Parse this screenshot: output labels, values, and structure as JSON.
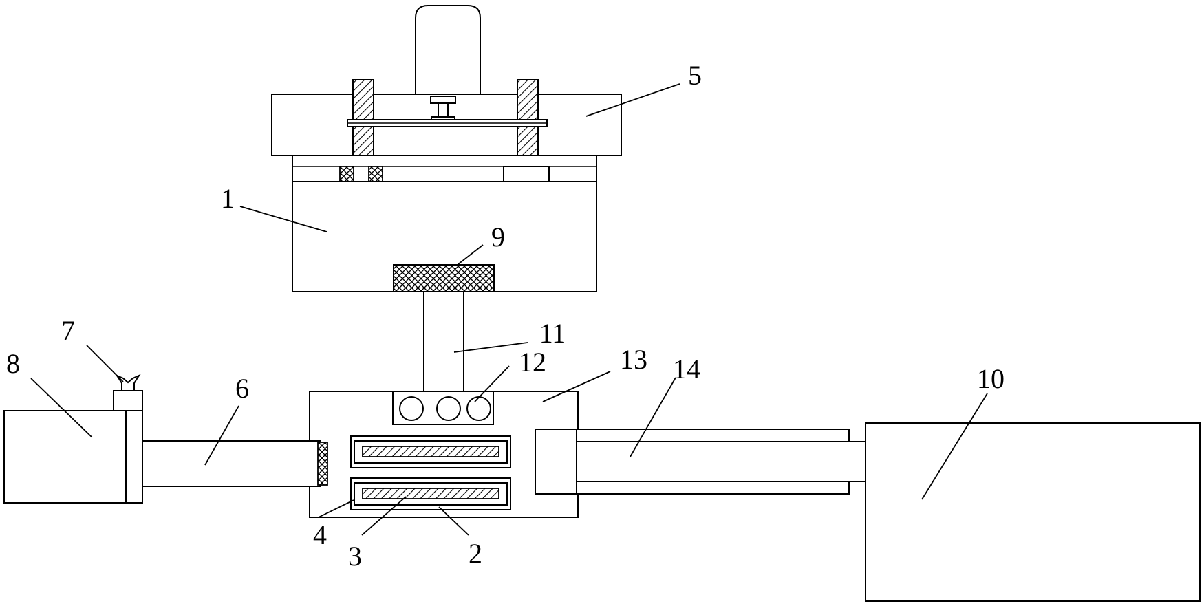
{
  "diagram": {
    "labels": {
      "1": "1",
      "2": "2",
      "3": "3",
      "4": "4",
      "5": "5",
      "6": "6",
      "7": "7",
      "8": "8",
      "9": "9",
      "10": "10",
      "11": "11",
      "12": "12",
      "13": "13",
      "14": "14"
    }
  }
}
